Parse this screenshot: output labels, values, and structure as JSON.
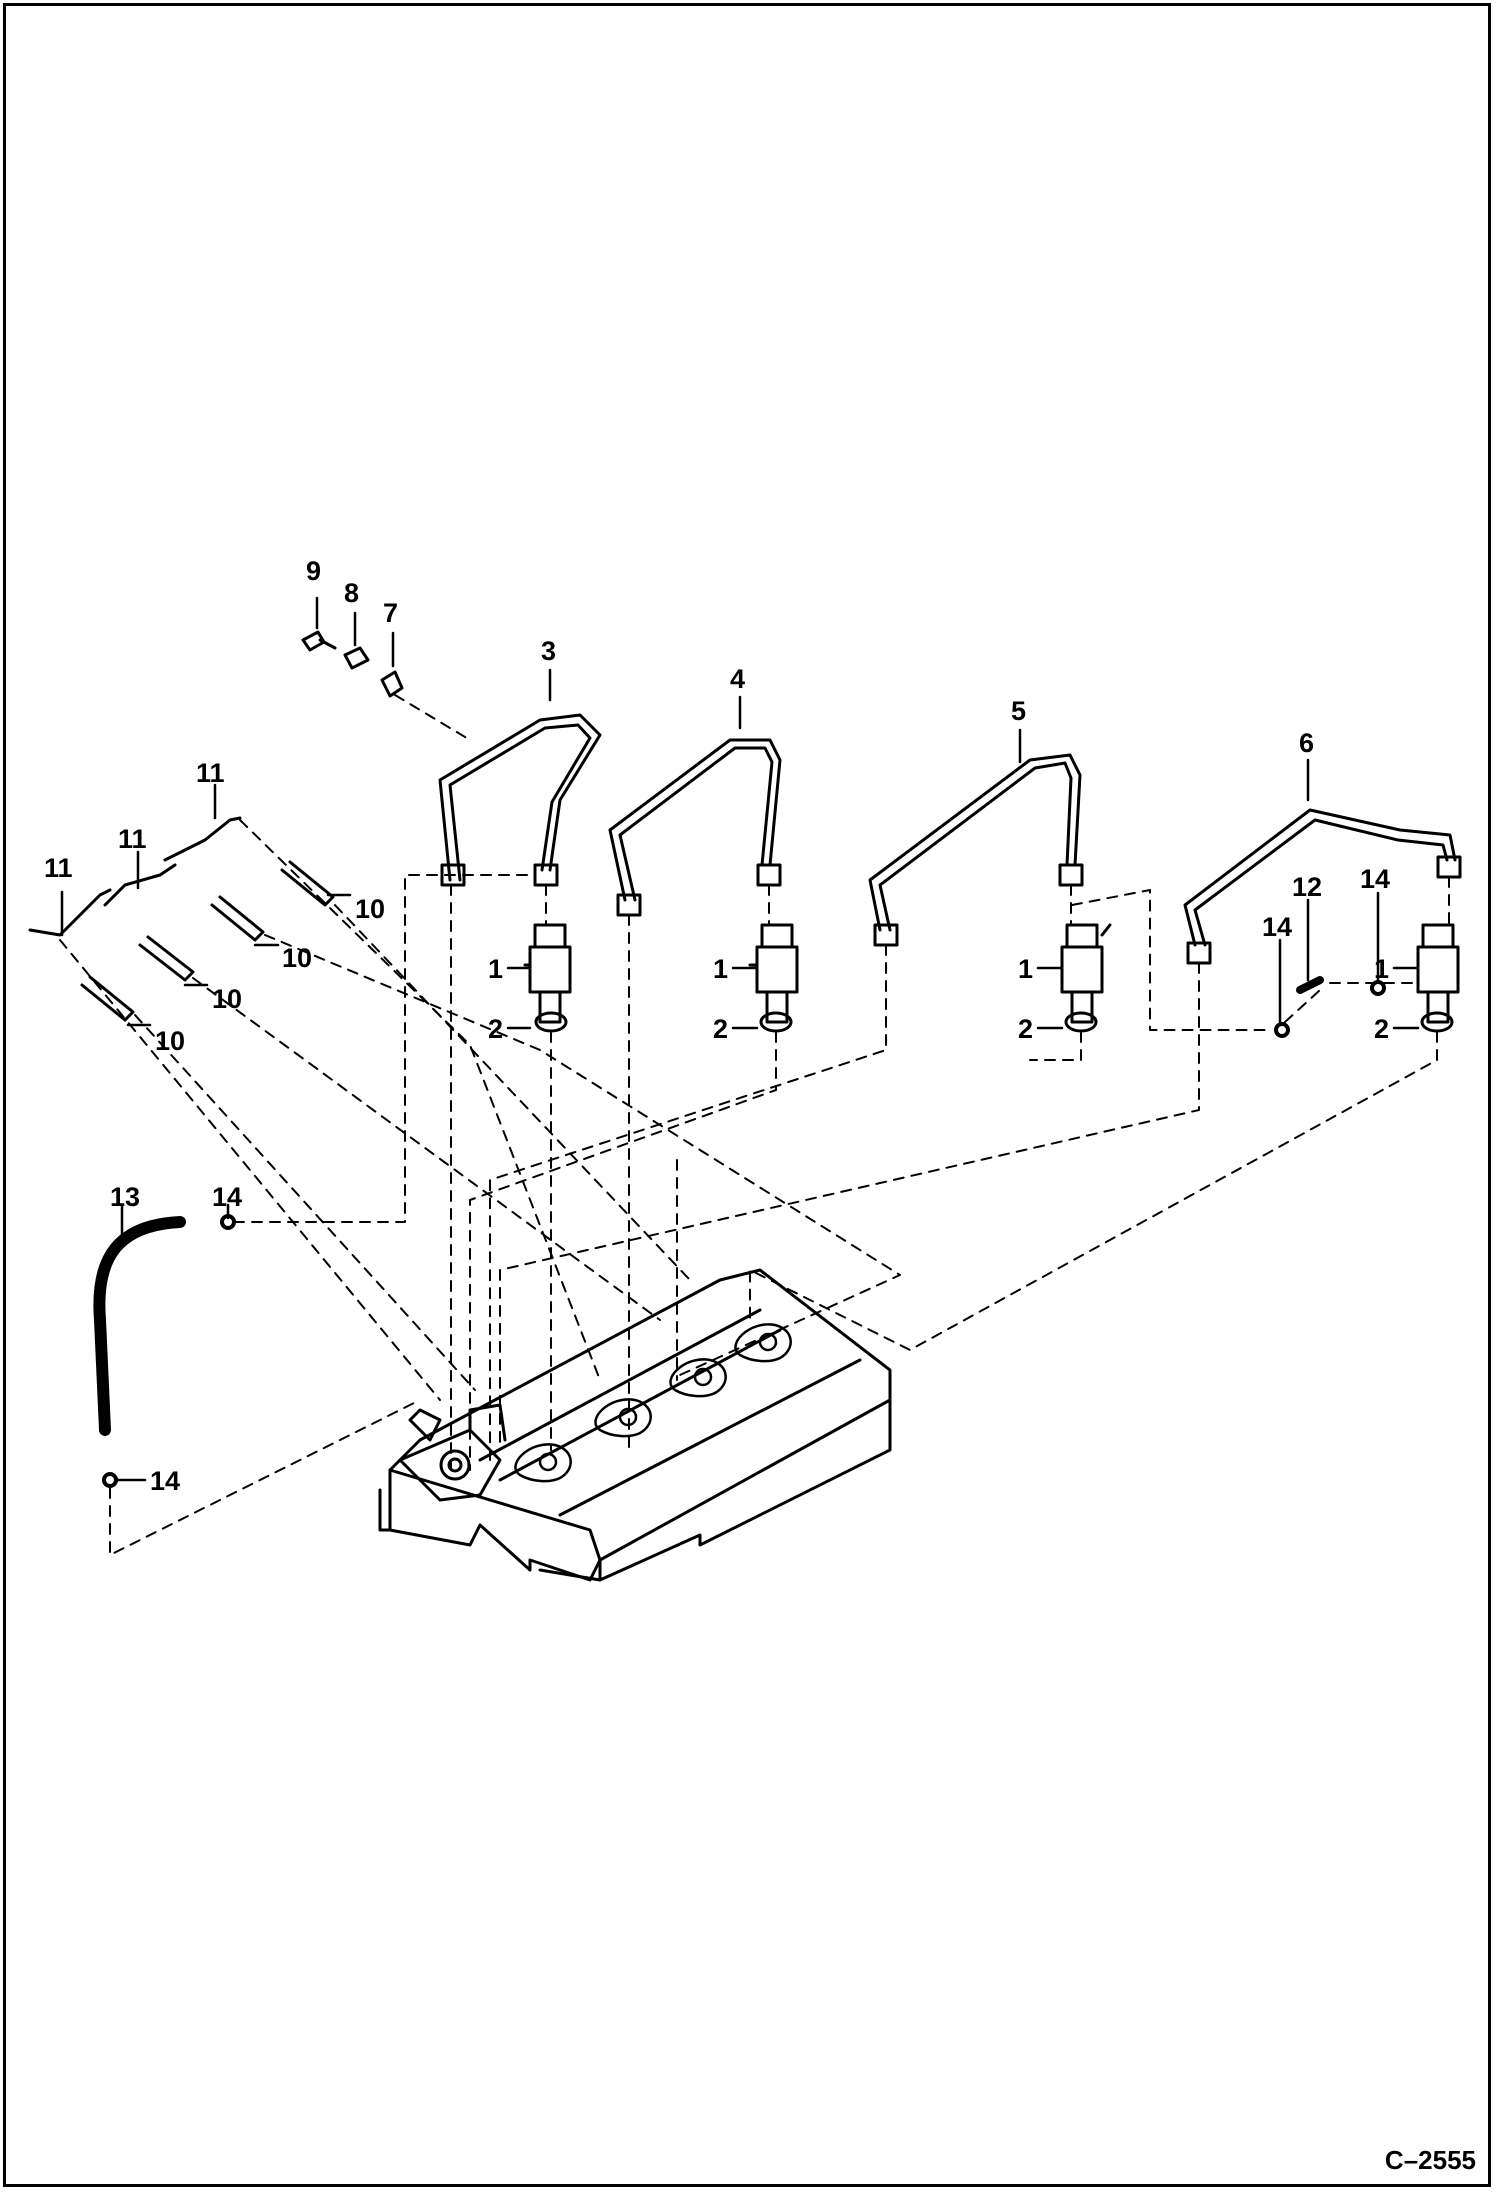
{
  "diagram": {
    "figure_number": "C–2555",
    "callouts": {
      "injector": "1",
      "seal_washer": "2",
      "line_3": "3",
      "line_4": "4",
      "line_5": "5",
      "line_6": "6",
      "clamp": "7",
      "clamp_bracket": "8",
      "bolt": "9",
      "glow_plug": "10",
      "glow_plug_connector": "11",
      "return_fitting": "12",
      "return_hose": "13",
      "washer": "14"
    }
  }
}
